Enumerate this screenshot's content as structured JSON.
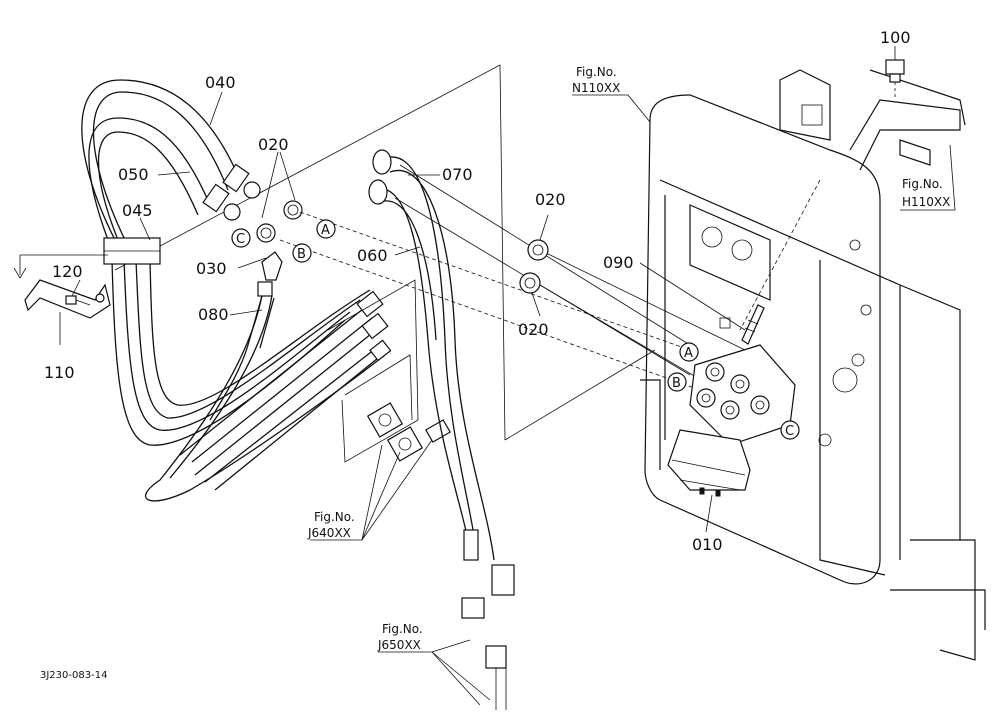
{
  "diagram": {
    "drawing_code": "3J230-083-14",
    "part_numbers": {
      "p040": "040",
      "p050": "050",
      "p045": "045",
      "p020a": "020",
      "p020b": "020",
      "p020c": "020",
      "p030": "030",
      "p080": "080",
      "p120": "120",
      "p110": "110",
      "p070": "070",
      "p060": "060",
      "p090": "090",
      "p010": "010",
      "p100": "100"
    },
    "figure_refs": {
      "n110": {
        "line1": "Fig.No.",
        "line2": "N110XX"
      },
      "h110": {
        "line1": "Fig.No.",
        "line2": "H110XX"
      },
      "j640": {
        "line1": "Fig.No.",
        "line2": "J640XX"
      },
      "j650": {
        "line1": "Fig.No.",
        "line2": "J650XX"
      }
    },
    "port_labels": {
      "a_left": "A",
      "b_left": "B",
      "c_left": "C",
      "a_right": "A",
      "b_right": "B",
      "c_right": "C"
    }
  }
}
